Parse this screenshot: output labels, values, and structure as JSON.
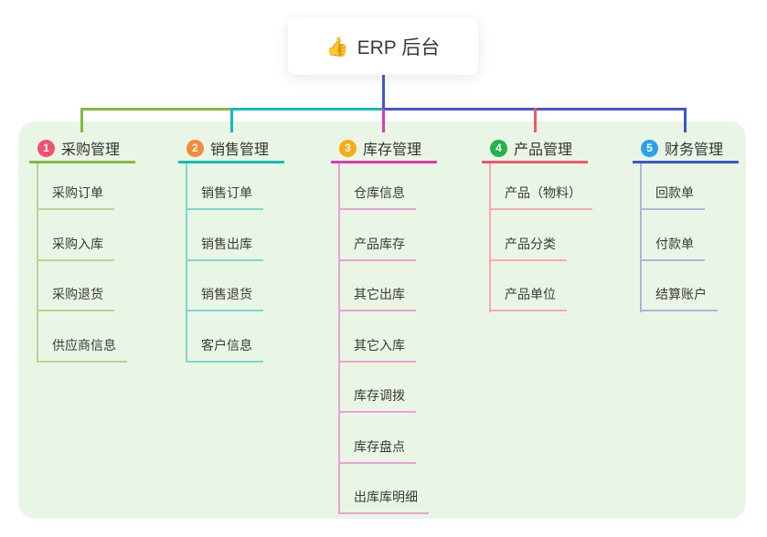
{
  "root": {
    "icon": "👍",
    "label": "ERP 后台"
  },
  "canvas": {
    "page_bg": "#ffffff",
    "panel_bg": "#e9f6e5"
  },
  "trunk_color": "#4656d4",
  "branches": [
    {
      "badge": "1",
      "title": "采购管理",
      "badge_color": "#f4516c",
      "line_color": "#82ba40",
      "child_line_color": "#b5d795",
      "children": [
        "采购订单",
        "采购入库",
        "采购退货",
        "供应商信息"
      ]
    },
    {
      "badge": "2",
      "title": "销售管理",
      "badge_color": "#f28b3b",
      "line_color": "#13bdb2",
      "child_line_color": "#82d6cd",
      "children": [
        "销售订单",
        "销售出库",
        "销售退货",
        "客户信息"
      ]
    },
    {
      "badge": "3",
      "title": "库存管理",
      "badge_color": "#f9ab17",
      "line_color": "#d83db3",
      "child_line_color": "#efa0d4",
      "children": [
        "仓库信息",
        "产品库存",
        "其它出库",
        "其它入库",
        "库存调拨",
        "库存盘点",
        "出库库明细"
      ]
    },
    {
      "badge": "4",
      "title": "产品管理",
      "badge_color": "#23b24b",
      "line_color": "#f4556a",
      "child_line_color": "#f8a9b4",
      "children": [
        "产品（物料）",
        "产品分类",
        "产品单位"
      ]
    },
    {
      "badge": "5",
      "title": "财务管理",
      "badge_color": "#2ba1ee",
      "line_color": "#3a57d0",
      "child_line_color": "#a9b8dd",
      "children": [
        "回款单",
        "付款单",
        "结算账户"
      ]
    }
  ]
}
